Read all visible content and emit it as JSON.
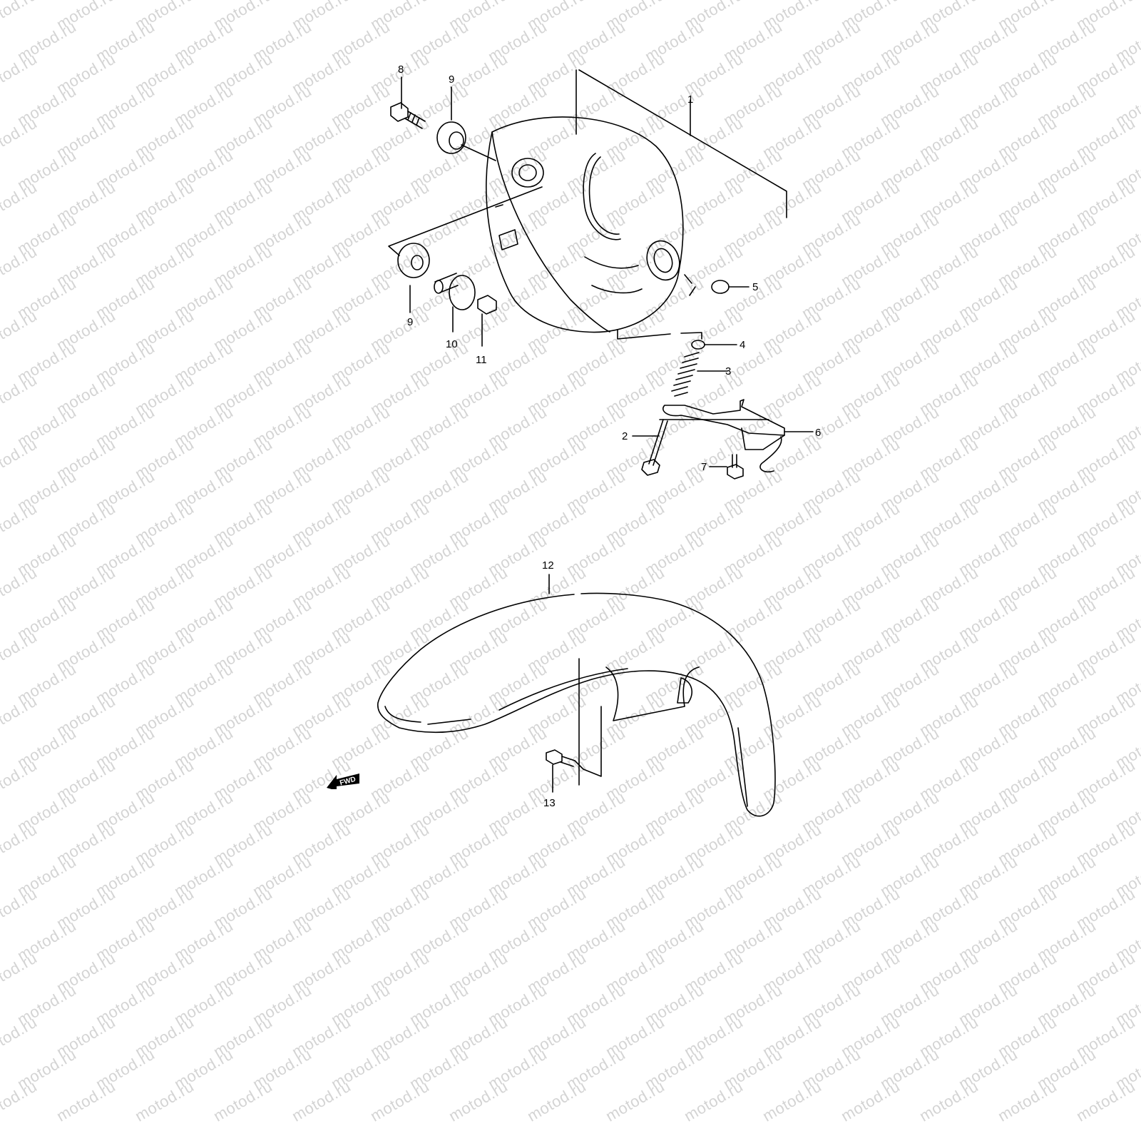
{
  "diagram": {
    "type": "exploded parts diagram",
    "subject": "Headlight housing and front fender",
    "watermark_text": "motod.ru",
    "direction_marker": "FWD",
    "line_color": "#000000",
    "watermark_color": "#d4d4d4",
    "background": "#ffffff"
  },
  "callouts": [
    {
      "id": "c1",
      "label": "1",
      "part": "headlight housing"
    },
    {
      "id": "c2",
      "label": "2",
      "part": "long bolt"
    },
    {
      "id": "c3",
      "label": "3",
      "part": "spring"
    },
    {
      "id": "c4",
      "label": "4",
      "part": "washer"
    },
    {
      "id": "c5",
      "label": "5",
      "part": "nut"
    },
    {
      "id": "c6",
      "label": "6",
      "part": "bracket with wire clip"
    },
    {
      "id": "c7",
      "label": "7",
      "part": "bolt"
    },
    {
      "id": "c8",
      "label": "8",
      "part": "bolt"
    },
    {
      "id": "c9a",
      "label": "9",
      "part": "grommet (upper)"
    },
    {
      "id": "c9b",
      "label": "9",
      "part": "grommet (lower)"
    },
    {
      "id": "c10",
      "label": "10",
      "part": "collar"
    },
    {
      "id": "c11",
      "label": "11",
      "part": "nut"
    },
    {
      "id": "c12",
      "label": "12",
      "part": "front fender"
    },
    {
      "id": "c13",
      "label": "13",
      "part": "bolt"
    }
  ]
}
